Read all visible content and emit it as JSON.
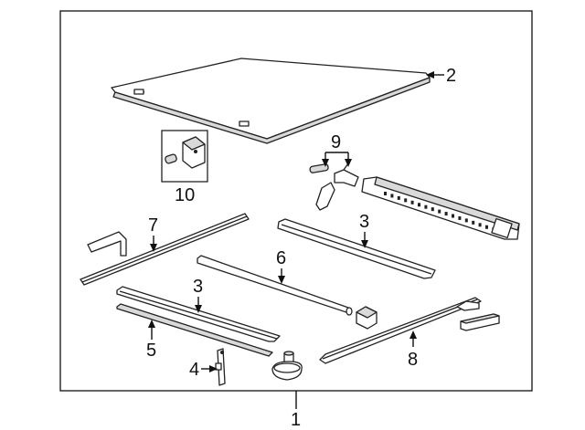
{
  "diagram": {
    "callouts": {
      "c1": "1",
      "c2": "2",
      "c3a": "3",
      "c3b": "3",
      "c4": "4",
      "c5": "5",
      "c6": "6",
      "c7": "7",
      "c8": "8",
      "c9": "9",
      "c10": "10"
    },
    "colors": {
      "line": "#222222",
      "fill": "#ffffff",
      "shade": "#d9d9d9",
      "background": "#ffffff"
    }
  }
}
